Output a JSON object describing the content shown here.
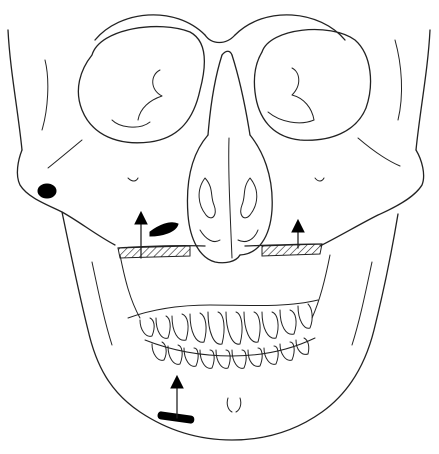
{
  "figure": {
    "colors": {
      "line": "#222222",
      "background": "#ffffff",
      "marker": "#000000"
    },
    "arrows": [
      {
        "name": "arrow-left-maxilla",
        "direction": "up"
      },
      {
        "name": "arrow-right-maxilla",
        "direction": "up"
      },
      {
        "name": "arrow-chin",
        "direction": "up"
      }
    ]
  }
}
